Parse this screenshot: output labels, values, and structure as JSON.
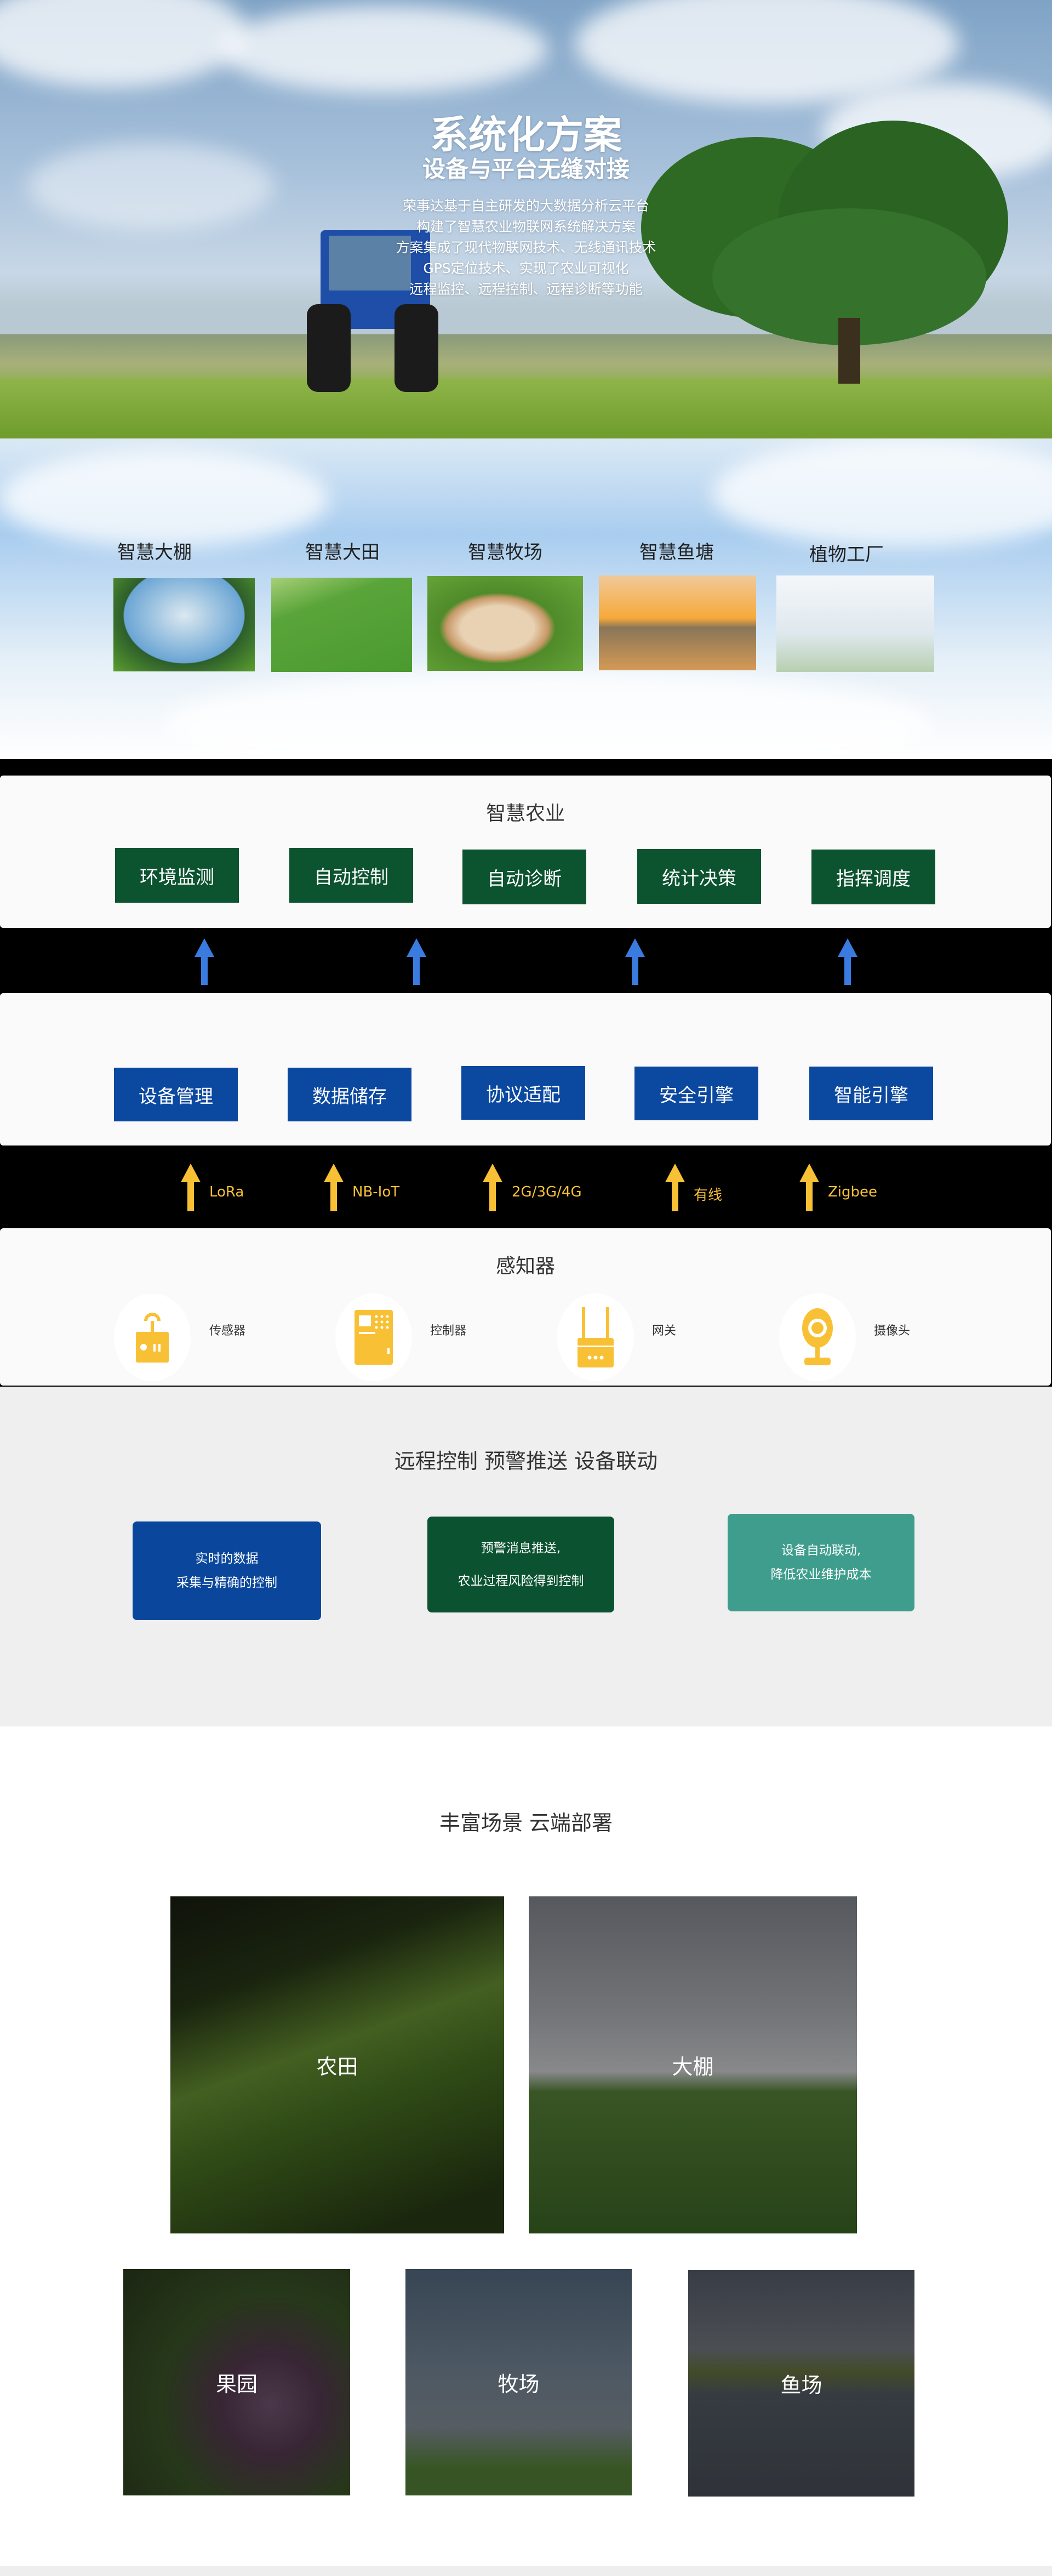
{
  "hero": {
    "title": "系统化方案",
    "subtitle": "设备与平台无缝对接",
    "lines": [
      "荣事达基于自主研发的大数据分析云平台",
      "构建了智慧农业物联网系统解决方案",
      "方案集成了现代物联网技术、无线通讯技术",
      "GPS定位技术、实现了农业可视化",
      "远程监控、远程控制、远程诊断等功能"
    ]
  },
  "scenarios": [
    "智慧大棚",
    "智慧大田",
    "智慧牧场",
    "智慧鱼塘",
    "植物工厂"
  ],
  "architecture": {
    "app_layer": {
      "title": "智慧农业",
      "items": [
        "环境监测",
        "自动控制",
        "自动诊断",
        "统计决策",
        "指挥调度"
      ]
    },
    "platform_layer": {
      "items": [
        "设备管理",
        "数据储存",
        "协议适配",
        "安全引擎",
        "智能引擎"
      ]
    },
    "networks": [
      "LoRa",
      "NB-IoT",
      "2G/3G/4G",
      "有线",
      "Zigbee"
    ],
    "perception_layer": {
      "title": "感知器",
      "items": [
        "传感器",
        "控制器",
        "网关",
        "摄像头"
      ]
    },
    "colors": {
      "green": "#0c5330",
      "blue": "#0b48a0",
      "arrow_blue": "#3a7be0",
      "yellow": "#f8c135"
    }
  },
  "features": {
    "title": "远程控制  预警推送  设备联动",
    "cards": [
      {
        "lines": [
          "实时的数据",
          "采集与精确的控制"
        ],
        "color": "#0a479c"
      },
      {
        "lines": [
          "预警消息推送,",
          "农业过程风险得到控制"
        ],
        "color": "#0b5330"
      },
      {
        "lines": [
          "设备自动联动,",
          "降低农业维护成本"
        ],
        "color": "#3e9d8c"
      }
    ]
  },
  "deploy": {
    "title": "丰富场景  云端部署",
    "items": [
      "农田",
      "大棚",
      "果园",
      "牧场",
      "鱼场"
    ]
  }
}
